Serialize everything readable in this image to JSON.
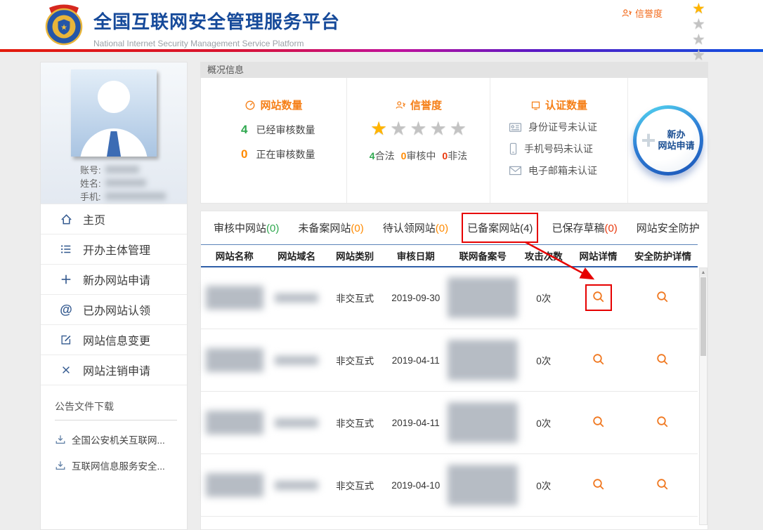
{
  "header": {
    "title": "全国互联网安全管理服务平台",
    "subtitle": "National Internet Security Management Service Platform",
    "reputation_label": "信誉度"
  },
  "icons": {
    "star": "★",
    "plus": "+",
    "at": "@",
    "scroll_up": "▲"
  },
  "profile": {
    "account_label": "账号:",
    "name_label": "姓名:",
    "phone_label": "手机:"
  },
  "sidebar": {
    "menu": [
      {
        "label": "主页"
      },
      {
        "label": "开办主体管理"
      },
      {
        "label": "新办网站申请"
      },
      {
        "label": "已办网站认领"
      },
      {
        "label": "网站信息变更"
      },
      {
        "label": "网站注销申请"
      }
    ],
    "downloads_title": "公告文件下载",
    "downloads": [
      {
        "label": "全国公安机关互联网..."
      },
      {
        "label": "互联网信息服务安全..."
      }
    ]
  },
  "overview": {
    "panel_title": "概况信息",
    "site_count": {
      "title": "网站数量",
      "rows": [
        {
          "value": "4",
          "label": "已经审核数量",
          "color": "#2fa84f"
        },
        {
          "value": "0",
          "label": "正在审核数量",
          "color": "#ff8a00"
        }
      ]
    },
    "reputation": {
      "title": "信誉度",
      "stars_filled": 1,
      "stars_total": 5,
      "legend": [
        {
          "value": "4",
          "label": "合法",
          "color": "#2fa84f"
        },
        {
          "value": "0",
          "label": "审核中",
          "color": "#ff8a00"
        },
        {
          "value": "0",
          "label": "非法",
          "color": "#e8380d"
        }
      ]
    },
    "certification": {
      "title": "认证数量",
      "rows": [
        {
          "label": "身份证号未认证"
        },
        {
          "label": "手机号码未认证"
        },
        {
          "label": "电子邮箱未认证"
        }
      ]
    },
    "new_site_button": {
      "line1": "新办",
      "line2": "网站申请"
    }
  },
  "tabs": [
    {
      "label": "审核中网站",
      "count": "(0)",
      "count_color": "#2fa84f"
    },
    {
      "label": "未备案网站",
      "count": "(0)",
      "count_color": "#ff8a00"
    },
    {
      "label": "待认领网站",
      "count": "(0)",
      "count_color": "#ff8a00"
    },
    {
      "label": "已备案网站",
      "count": "(4)",
      "count_color": "#333333"
    },
    {
      "label": "已保存草稿",
      "count": "(0)",
      "count_color": "#e8380d"
    },
    {
      "label": "网站安全防护",
      "count": "",
      "count_color": "#333333"
    }
  ],
  "table": {
    "columns": [
      "网站名称",
      "网站域名",
      "网站类别",
      "审核日期",
      "联网备案号",
      "攻击次数",
      "网站详情",
      "安全防护详情"
    ],
    "rows": [
      {
        "type": "非交互式",
        "date": "2019-09-30",
        "attacks": "0次"
      },
      {
        "type": "非交互式",
        "date": "2019-04-11",
        "attacks": "0次"
      },
      {
        "type": "非交互式",
        "date": "2019-04-11",
        "attacks": "0次"
      },
      {
        "type": "非交互式",
        "date": "2019-04-10",
        "attacks": "0次"
      }
    ]
  },
  "colors": {
    "brand_blue": "#164a9a",
    "accent_orange": "#f57f17",
    "annotation_red": "#e60000"
  }
}
